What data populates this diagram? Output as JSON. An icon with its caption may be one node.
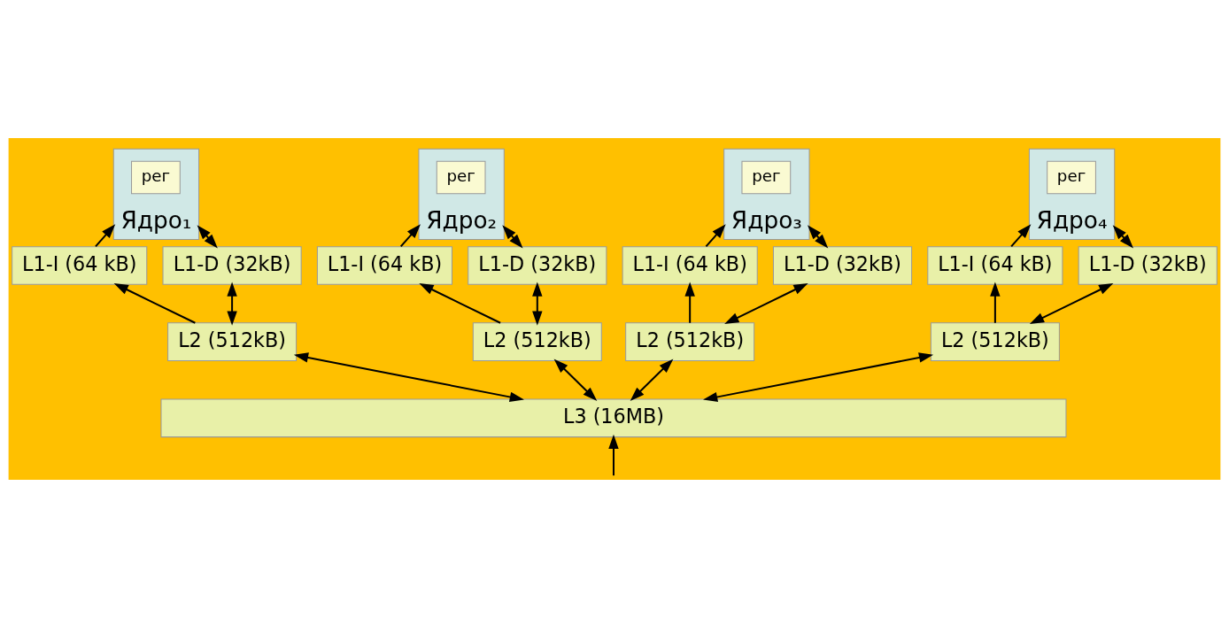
{
  "diagram": {
    "nodes": [
      {
        "text": [
          "Ядро₁"
        ]
      },
      {
        "text": [
          "рег"
        ],
        "in": 0
      },
      {
        "text": [
          "Ядро₂"
        ]
      },
      {
        "text": [
          "рег"
        ],
        "in": 2
      },
      {
        "text": [
          "Ядро₃"
        ]
      },
      {
        "text": [
          "рег"
        ],
        "in": 4
      },
      {
        "text": [
          "Ядро₄"
        ]
      },
      {
        "text": [
          "рег"
        ],
        "in": 6
      },
      {
        "text": [
          "L1-I (64 kB)"
        ]
      },
      {
        "text": [
          "L1-D (32kB)"
        ]
      },
      {
        "text": [
          "L1-I (64 kB)"
        ]
      },
      {
        "text": [
          "L1-D (32kB)"
        ]
      },
      {
        "text": [
          "L1-I (64 kB)"
        ]
      },
      {
        "text": [
          "L1-D (32kB)"
        ]
      },
      {
        "text": [
          "L1-I (64 kB)"
        ]
      },
      {
        "text": [
          "L1-D (32kB)"
        ]
      },
      {
        "text": [
          "L2 (512kB)"
        ]
      },
      {
        "text": [
          "L2 (512kB)"
        ]
      },
      {
        "text": [
          "L2 (512kB)"
        ]
      },
      {
        "text": [
          "L2 (512kB)"
        ]
      },
      {
        "text": [
          "L3 (16MB)"
        ]
      }
    ],
    "edges": [
      {
        "from": 8,
        "to": 0,
        "arrow": "to"
      },
      {
        "from": 9,
        "to": 0,
        "arrow": "both"
      },
      {
        "from": 10,
        "to": 2,
        "arrow": "to"
      },
      {
        "from": 11,
        "to": 2,
        "arrow": "both"
      },
      {
        "from": 12,
        "to": 4,
        "arrow": "to"
      },
      {
        "from": 13,
        "to": 4,
        "arrow": "both"
      },
      {
        "from": 14,
        "to": 6,
        "arrow": "to"
      },
      {
        "from": 15,
        "to": 6,
        "arrow": "both"
      },
      {
        "from": 16,
        "to": 8,
        "arrow": "to"
      },
      {
        "from": 16,
        "to": 9,
        "arrow": "both"
      },
      {
        "from": 17,
        "to": 10,
        "arrow": "to"
      },
      {
        "from": 17,
        "to": 11,
        "arrow": "both"
      },
      {
        "from": 18,
        "to": 12,
        "arrow": "to"
      },
      {
        "from": 18,
        "to": 13,
        "arrow": "both"
      },
      {
        "from": 19,
        "to": 14,
        "arrow": "to"
      },
      {
        "from": 19,
        "to": 15,
        "arrow": "both"
      },
      {
        "from": 20,
        "to": 16,
        "arrow": "both"
      },
      {
        "from": 20,
        "to": 17,
        "arrow": "both"
      },
      {
        "from": 20,
        "to": 18,
        "arrow": "both"
      },
      {
        "from": 20,
        "to": 19,
        "arrow": "both"
      },
      {
        "from": null,
        "to": 20,
        "arrow": "to"
      }
    ]
  }
}
